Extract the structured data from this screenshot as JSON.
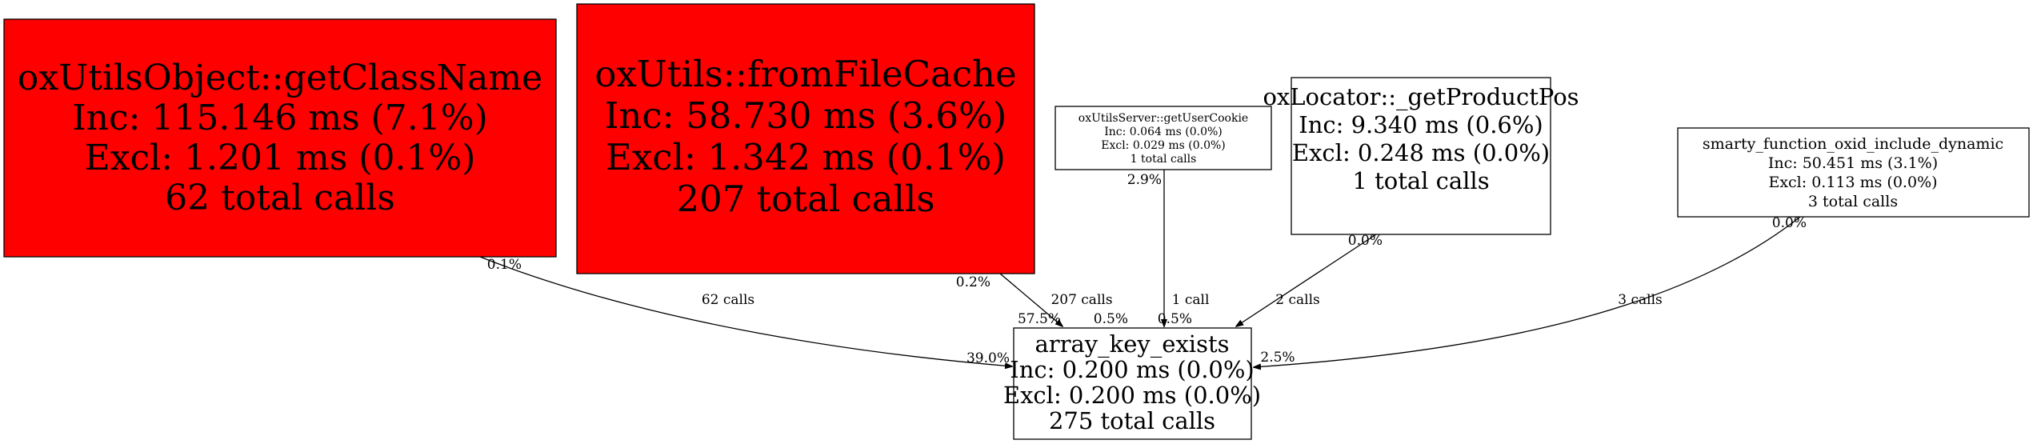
{
  "colors": {
    "hot": "#ff0000",
    "normal": "#ffffff",
    "stroke": "#000000"
  },
  "nodes": {
    "getClassName": {
      "name": "oxUtilsObject::getClassName",
      "inc": "Inc: 115.146 ms (7.1%)",
      "excl": "Excl: 1.201 ms (0.1%)",
      "calls": "62 total calls"
    },
    "fromFileCache": {
      "name": "oxUtils::fromFileCache",
      "inc": "Inc: 58.730 ms (3.6%)",
      "excl": "Excl: 1.342 ms (0.1%)",
      "calls": "207 total calls"
    },
    "getUserCookie": {
      "name": "oxUtilsServer::getUserCookie",
      "inc": "Inc: 0.064 ms (0.0%)",
      "excl": "Excl: 0.029 ms (0.0%)",
      "calls": "1 total calls"
    },
    "getProductPos": {
      "name": "oxLocator::_getProductPos",
      "inc": "Inc: 9.340 ms (0.6%)",
      "excl": "Excl: 0.248 ms (0.0%)",
      "calls": "1 total calls"
    },
    "smarty": {
      "name": "smarty_function_oxid_include_dynamic",
      "inc": "Inc: 50.451 ms (3.1%)",
      "excl": "Excl: 0.113 ms (0.0%)",
      "calls": "3 total calls"
    },
    "arrayKeyExists": {
      "name": "array_key_exists",
      "inc": "Inc: 0.200 ms (0.0%)",
      "excl": "Excl: 0.200 ms (0.0%)",
      "calls": "275 total calls"
    }
  },
  "edges": {
    "e1": {
      "label": "62 calls",
      "tail": "0.1%",
      "head": "39.0%"
    },
    "e2": {
      "label": "207 calls",
      "tail": "0.2%",
      "head": "57.5%"
    },
    "e3": {
      "label": "1 call",
      "tail": "2.9%",
      "head": "0.5%"
    },
    "e4": {
      "label": "2 calls",
      "tail": "0.0%",
      "head": "0.5%"
    },
    "e5": {
      "label": "3 calls",
      "tail": "0.0%",
      "head": "2.5%"
    }
  }
}
